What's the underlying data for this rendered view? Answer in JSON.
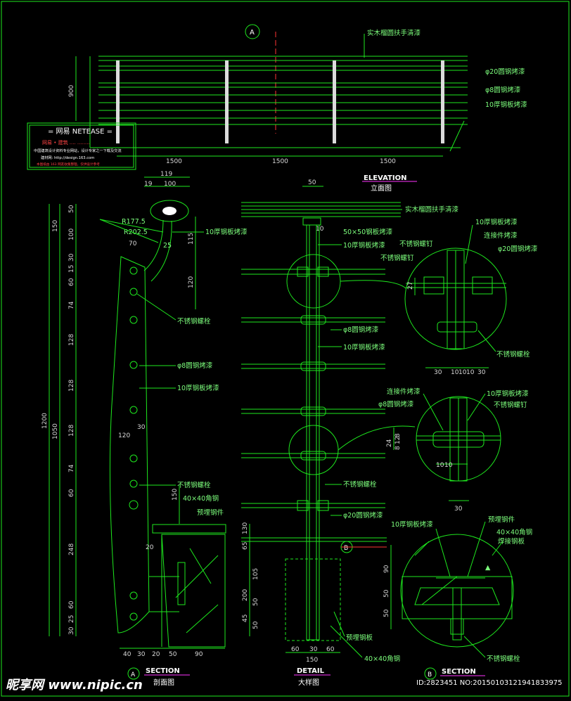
{
  "colors": {
    "background": "#000000",
    "linework": "#1ee81e",
    "text": "#7dff7d",
    "accent_red": "#ff3333",
    "white": "#ffffff",
    "magenta": "#ff33ff"
  },
  "elevation": {
    "marker": "A",
    "title_en": "ELEVATION",
    "title_zh": "立面图",
    "height_dim": "900",
    "spans": [
      "1500",
      "1500",
      "1500"
    ],
    "labels": [
      "实木榴圆扶手清漆",
      "φ20圆钢烤漆",
      "φ8圆钢烤漆",
      "10厚钢板烤漆"
    ]
  },
  "stamp": {
    "title": "= 网易 NETEASE =",
    "line1": "网易 • 建筑 .... ........",
    "line2": "中国建筑设计资料专业网站，设计专家之一下载及交流",
    "line3": "建材网: http://design.163.com",
    "line4": "本图纸由 163 网友收集整理，仅供设计参考"
  },
  "section": {
    "marker": "A",
    "title_en": "SECTION",
    "title_zh": "剖面图",
    "top_dims": [
      "119",
      "19",
      "100",
      "70"
    ],
    "radii": [
      "R177.5",
      "R202.5",
      "25"
    ],
    "left_dims": [
      "150",
      "50",
      "100",
      "30",
      "15",
      "60",
      "74",
      "128",
      "128",
      "128",
      "74",
      "60",
      "248",
      "60",
      "25",
      "30"
    ],
    "total_dims": [
      "1200",
      "1050"
    ],
    "right_dims": [
      "115",
      "120"
    ],
    "mid_dims": [
      "30",
      "120",
      "150",
      "20"
    ],
    "bottom_dims": [
      "40",
      "30",
      "20",
      "50",
      "90"
    ],
    "labels": [
      "10厚钢板烤漆",
      "不锈钢螺栓",
      "φ8圆钢烤漆",
      "10厚钢板烤漆",
      "不锈钢螺栓",
      "40×40角钢",
      "预埋钢件"
    ]
  },
  "detail": {
    "marker": "B",
    "title_en": "DETAIL",
    "title_zh": "大样图",
    "top_dim": "50",
    "top_small": "10",
    "side_dims": [
      "130",
      "65",
      "105",
      "200",
      "50",
      "45",
      "50"
    ],
    "bottom_dims": [
      "60",
      "30",
      "60",
      "150"
    ],
    "labels": [
      "实木榴圆扶手清漆",
      "50×50钢板烤漆",
      "10厚钢板烤漆",
      "φ8圆钢烤漆",
      "10厚钢板烤漆",
      "不锈钢螺栓",
      "φ20圆钢烤漆",
      "预埋钢板",
      "40×40角钢"
    ]
  },
  "callouts": {
    "c1_labels": [
      "10厚钢板烤漆",
      "连接件烤漆",
      "不锈钢螺钉",
      "φ20圆钢烤漆",
      "不锈钢螺钉",
      "不锈钢螺栓"
    ],
    "c1_dims": [
      "27",
      "30",
      "10",
      "10",
      "10",
      "30"
    ],
    "c2_labels": [
      "连接件烤漆",
      "10厚钢板烤漆",
      "φ8圆钢烤漆",
      "不锈钢螺钉"
    ],
    "c2_dims": [
      "24",
      "8",
      "12",
      "8",
      "10",
      "10",
      "30"
    ]
  },
  "section_b": {
    "marker": "B",
    "title_en": "SECTION",
    "labels": [
      "10厚钢板烤漆",
      "预埋钢件",
      "40×40角钢",
      "焊接钢板",
      "不锈钢螺栓"
    ],
    "dims": [
      "90",
      "50",
      "50"
    ]
  },
  "watermark": {
    "brand": "昵享网 www.nipic.cn",
    "id": "ID:2823451 NO:20150103121941833975"
  }
}
